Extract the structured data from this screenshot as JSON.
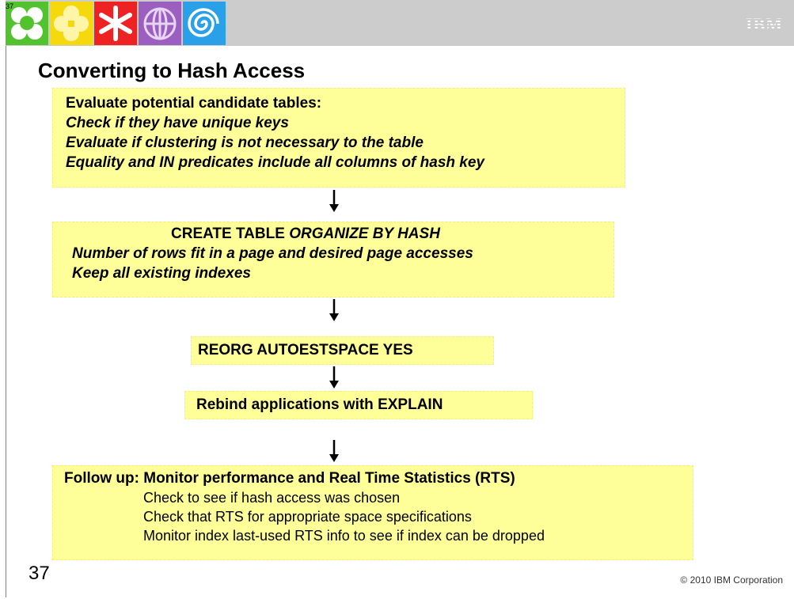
{
  "header": {
    "corner_number": "37",
    "logo_text": "IBM",
    "colors": {
      "bar": "#cccccc",
      "tile_green": "#52c22e",
      "tile_yellow": "#f5d90c",
      "tile_red": "#ee2222",
      "tile_purple": "#9b5fc0",
      "tile_blue": "#2aa0e8"
    }
  },
  "slide": {
    "title": "Converting to Hash Access",
    "box_color": "#ffff99",
    "step1": {
      "heading": "Evaluate potential candidate tables:",
      "lines": [
        "Check if they have unique keys",
        "Evaluate if clustering is not necessary to the table",
        "Equality and IN predicates include all columns of hash key"
      ]
    },
    "step2": {
      "heading_plain": "CREATE TABLE ",
      "heading_italic": "ORGANIZE BY HASH",
      "lines": [
        "Number of rows fit in a page and desired page accesses",
        "Keep all existing indexes"
      ]
    },
    "step3": {
      "label": "REORG AUTOESTSPACE YES"
    },
    "step4": {
      "label": "Rebind applications with EXPLAIN"
    },
    "step5": {
      "heading": "Follow up: Monitor performance and Real Time Statistics (RTS)",
      "lines": [
        "Check to see if hash access was chosen",
        "Check that RTS for appropriate space specifications",
        "Monitor index last-used RTS info to see if index can be dropped"
      ]
    }
  },
  "footer": {
    "slide_number": "37",
    "copyright": "© 2010 IBM Corporation"
  }
}
